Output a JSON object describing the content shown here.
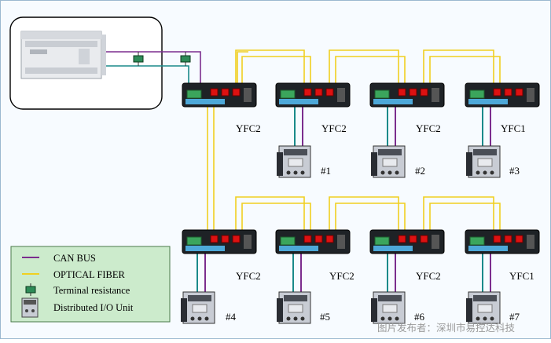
{
  "converters": [
    {
      "label": "YFC2"
    },
    {
      "label": "YFC2"
    },
    {
      "label": "YFC2"
    },
    {
      "label": "YFC1"
    },
    {
      "label": "YFC2"
    },
    {
      "label": "YFC2"
    },
    {
      "label": "YFC2"
    },
    {
      "label": "YFC1"
    }
  ],
  "io_units": [
    {
      "label": "#1"
    },
    {
      "label": "#2"
    },
    {
      "label": "#3"
    },
    {
      "label": "#4"
    },
    {
      "label": "#5"
    },
    {
      "label": "#6"
    },
    {
      "label": "#7"
    }
  ],
  "legend": {
    "can_bus": "CAN BUS",
    "optical_fiber": "OPTICAL FIBER",
    "terminal_resistance": "Terminal resistance",
    "io_unit": "Distributed I/O Unit"
  },
  "watermark": "图片发布者：深圳市易控达科技",
  "colors": {
    "can_bus": "#7b2d8e",
    "optical_fiber": "#f0d020",
    "can_teal": "#1a8a8a",
    "terminal_resistance": "#2e8b57",
    "legend_bg": "#ccebcc",
    "converter_body": "#1e2226",
    "converter_label": "#4da8d8"
  }
}
